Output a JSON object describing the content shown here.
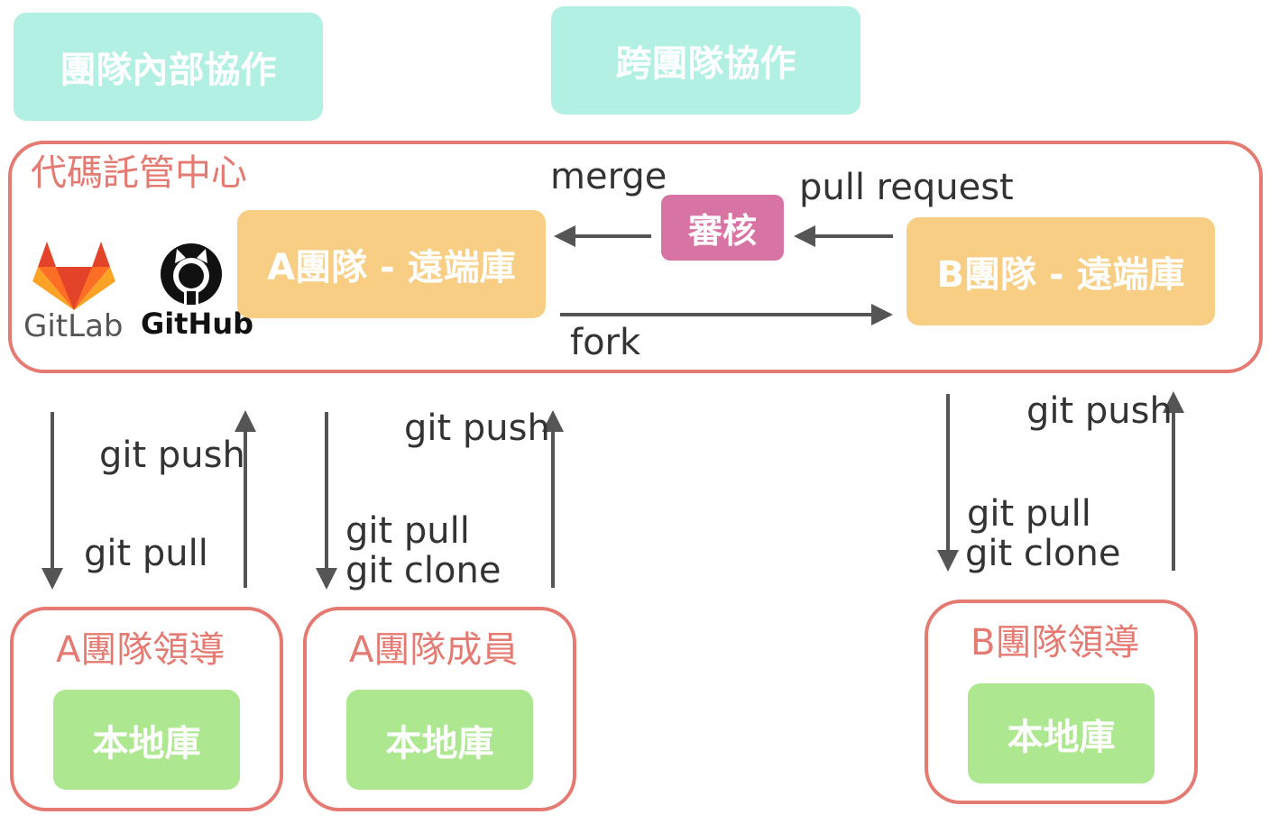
{
  "headers": {
    "internal": "團隊內部協作",
    "cross": "跨團隊協作"
  },
  "hub": {
    "title": "代碼託管中心",
    "gitlab_label": "GitLab",
    "github_label": "GitHub",
    "a_remote": "A團隊 - 遠端庫",
    "b_remote": "B團隊 - 遠端庫",
    "review": "審核",
    "merge": "merge",
    "pull_request": "pull request",
    "fork": "fork"
  },
  "local": {
    "a_leader": {
      "title": "A團隊領導",
      "repo": "本地庫",
      "push": "git push",
      "pull": "git pull"
    },
    "a_member": {
      "title": "A團隊成員",
      "repo": "本地庫",
      "push": "git push",
      "pull": "git pull",
      "clone": "git clone"
    },
    "b_leader": {
      "title": "B團隊領導",
      "repo": "本地庫",
      "push": "git push",
      "pull": "git pull",
      "clone": "git clone"
    }
  },
  "colors": {
    "teal": "#b2f0e4",
    "orange": "#f7ce84",
    "pink": "#d874a4",
    "green": "#ade890",
    "outline": "#e57a72",
    "arrow": "#555555"
  }
}
